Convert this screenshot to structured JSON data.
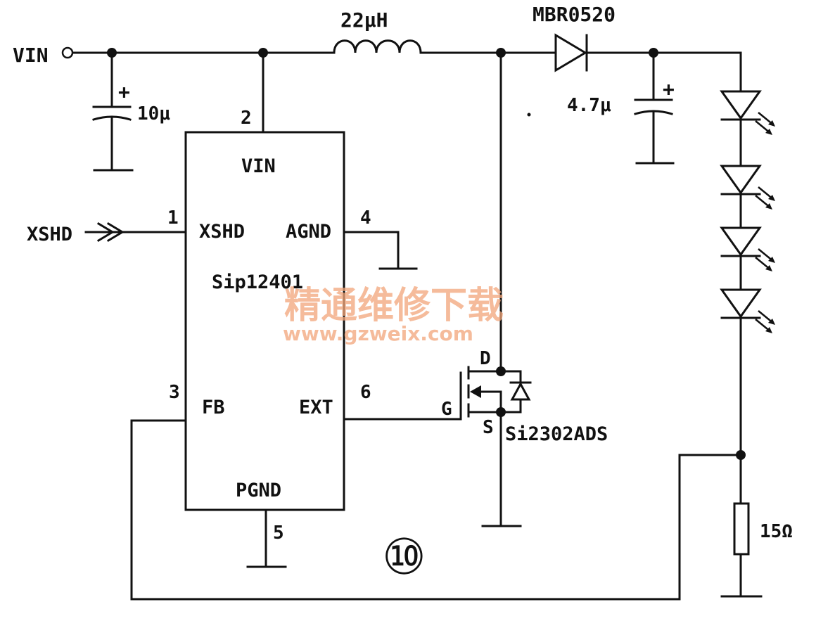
{
  "labels": {
    "vin_terminal": "VIN",
    "xshd_input": "XSHD",
    "c1_value": "10μ",
    "inductor_value": "22μH",
    "diode_part": "MBR0520",
    "c2_value": "4.7μ",
    "plus_sign": "+",
    "resistor_value": "15Ω",
    "ic_part": "Sip12401",
    "pin_vin": "VIN",
    "pin_xshd": "XSHD",
    "pin_agnd": "AGND",
    "pin_fb": "FB",
    "pin_ext": "EXT",
    "pin_pgnd": "PGND",
    "pin1": "1",
    "pin2": "2",
    "pin3": "3",
    "pin4": "4",
    "pin5": "5",
    "pin6": "6",
    "mosfet_part": "Si2302ADS",
    "mosfet_d": "D",
    "mosfet_g": "G",
    "mosfet_s": "S",
    "figure_number": "⑩"
  },
  "watermark": {
    "line1": "精通维修下载",
    "line2": "www.gzweix.com",
    "color": "#f2a57a"
  }
}
